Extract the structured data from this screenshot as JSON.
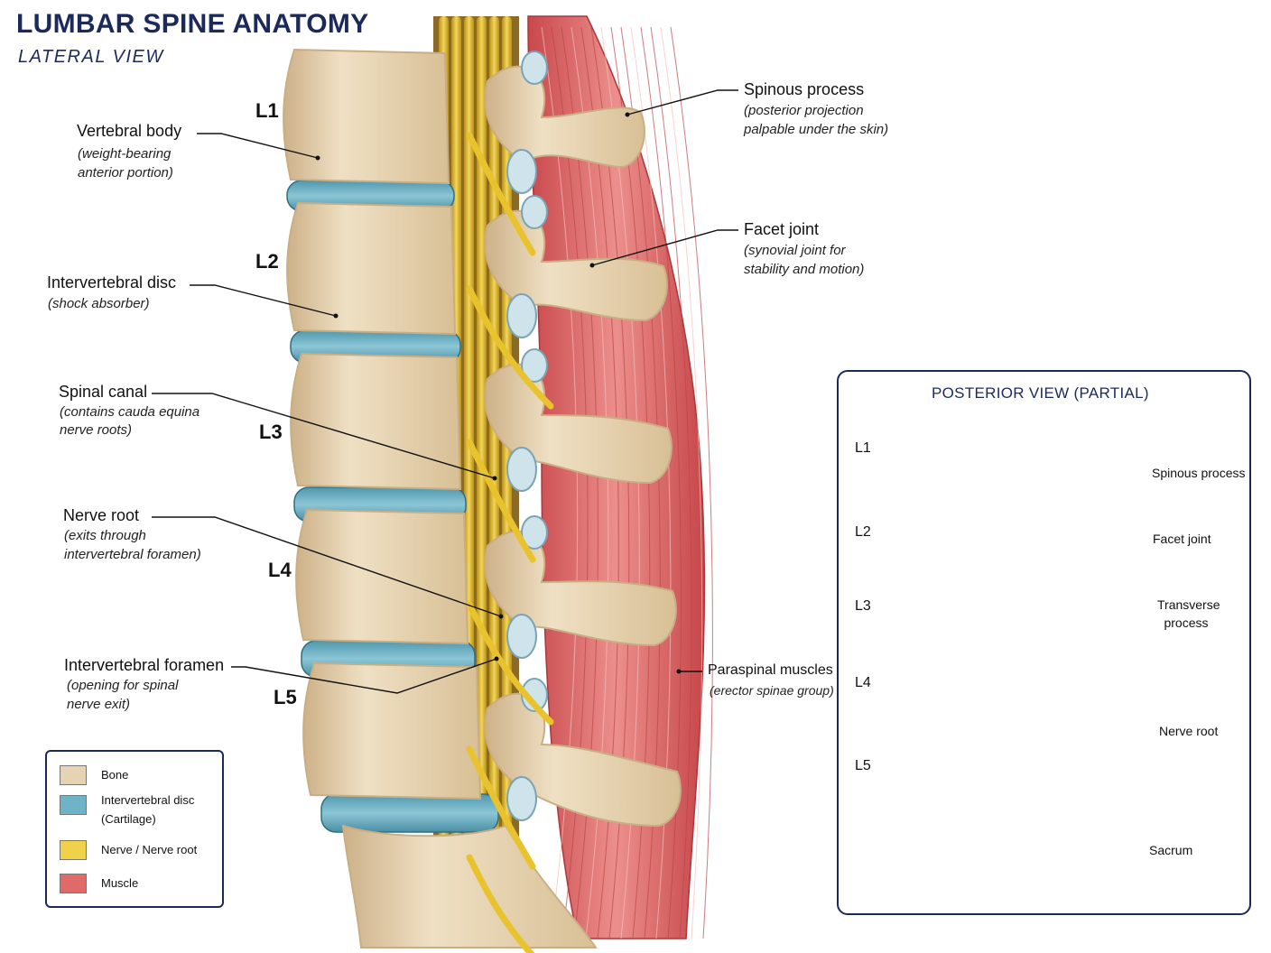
{
  "title": "LUMBAR SPINE ANATOMY",
  "subtitle": "LATERAL VIEW",
  "vertebra_labels": [
    "L1",
    "L2",
    "L3",
    "L4",
    "L5"
  ],
  "callouts_left": [
    {
      "name": "Vertebral body",
      "desc_lines": [
        "(weight-bearing",
        "anterior portion)"
      ]
    },
    {
      "name": "Intervertebral disc",
      "desc_lines": [
        "(shock absorber)"
      ]
    },
    {
      "name": "Spinal canal",
      "desc_lines": [
        "(contains cauda equina",
        "nerve roots)"
      ]
    },
    {
      "name": "Nerve root",
      "desc_lines": [
        "(exits through",
        "intervertebral foramen)"
      ]
    },
    {
      "name": "Intervertebral foramen",
      "desc_lines": [
        "(opening for spinal",
        "nerve exit)"
      ]
    }
  ],
  "callouts_right": [
    {
      "name": "Spinous process",
      "desc_lines": [
        "(posterior projection",
        "palpable under the skin)"
      ]
    },
    {
      "name": "Facet joint",
      "desc_lines": [
        "(synovial joint for",
        "stability and motion)"
      ]
    },
    {
      "name": "Paraspinal muscles",
      "desc_lines": [
        "(erector spinae group)"
      ]
    }
  ],
  "legend": [
    {
      "label_lines": [
        "Bone"
      ],
      "color": "#e6d3b3"
    },
    {
      "label_lines": [
        "Intervertebral disc",
        "(Cartilage)"
      ],
      "color": "#6fb3c8"
    },
    {
      "label_lines": [
        "Nerve / Nerve root"
      ],
      "color": "#f0d24a"
    },
    {
      "label_lines": [
        "Muscle"
      ],
      "color": "#e06a6a"
    }
  ],
  "posterior_view": {
    "title": "POSTERIOR VIEW (PARTIAL)",
    "levels": [
      "L1",
      "L2",
      "L3",
      "L4",
      "L5"
    ],
    "labels": [
      {
        "lines": [
          "Spinous process"
        ]
      },
      {
        "lines": [
          "Facet joint"
        ]
      },
      {
        "lines": [
          "Transverse",
          "process"
        ]
      },
      {
        "lines": [
          "Nerve root"
        ]
      },
      {
        "lines": [
          "Sacrum"
        ]
      }
    ]
  },
  "colors": {
    "bone": "#e6d3b3",
    "bone_dark": "#c9ae84",
    "disc": "#6fb3c8",
    "nerve": "#e8c32e",
    "muscle": "#de6f6f",
    "muscle_light": "#eeb0a8",
    "navy": "#1b2a5a"
  }
}
